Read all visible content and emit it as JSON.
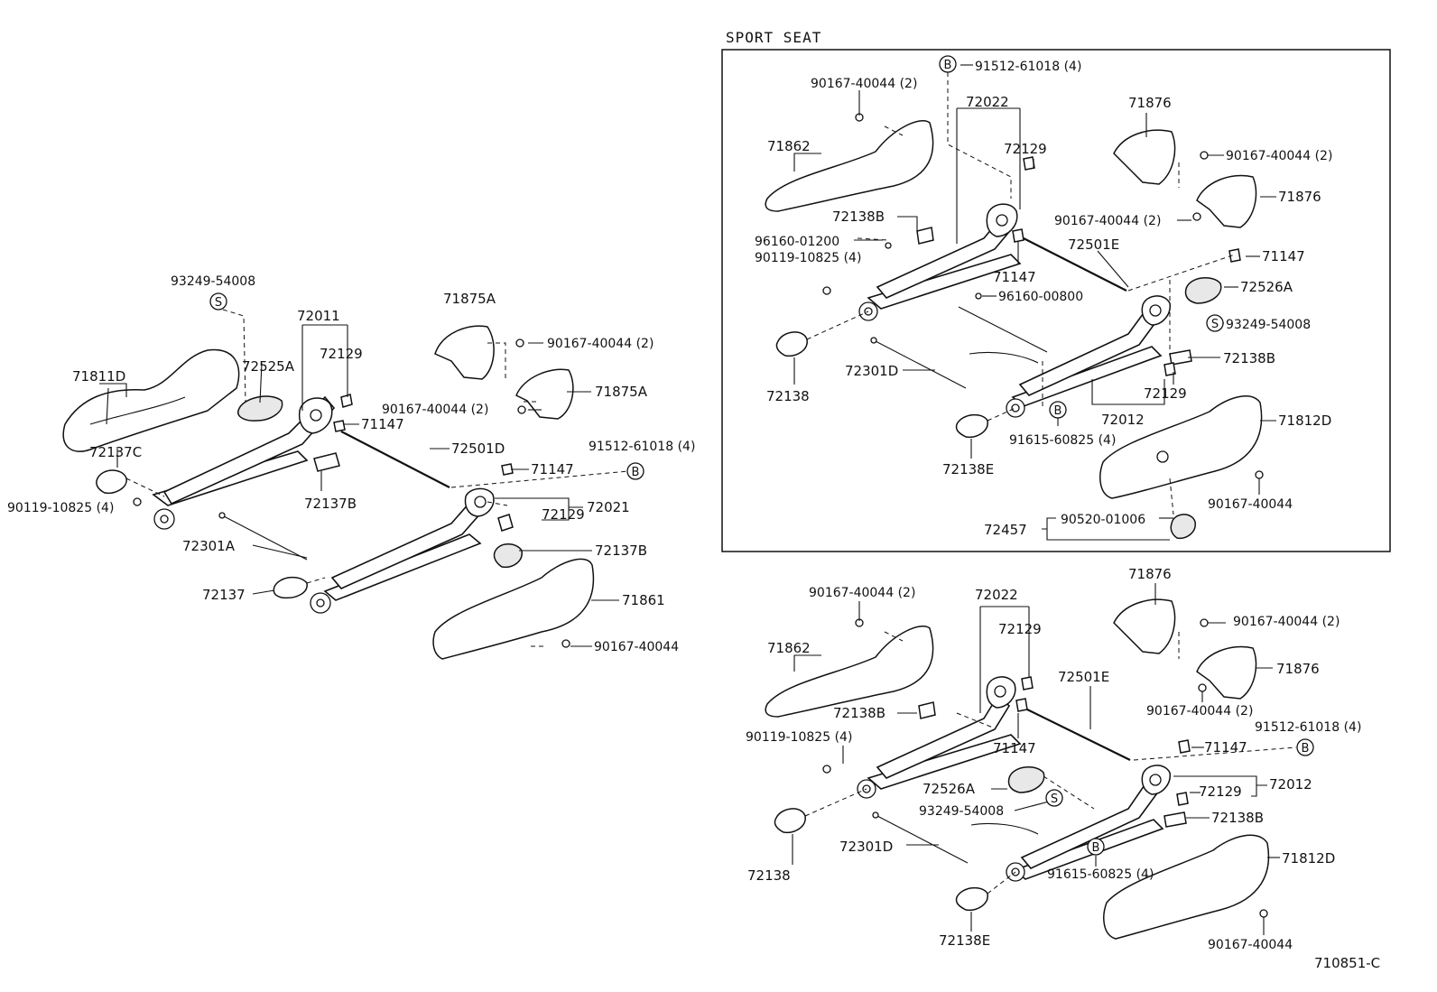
{
  "sport_seat_title": "SPORT SEAT",
  "diagram_id": "710851-C",
  "labels": {
    "l_93249_54008": "93249-54008",
    "l_72011": "72011",
    "l_72129_a": "72129",
    "l_71875A_a": "71875A",
    "l_90167_40044_2_a": "90167-40044 (2)",
    "l_71811D": "71811D",
    "l_72525A": "72525A",
    "l_90167_40044_2_b": "90167-40044 (2)",
    "l_71875A_b": "71875A",
    "l_71147_a": "71147",
    "l_72137C": "72137C",
    "l_72501D": "72501D",
    "l_91512_61018_4_a": "91512-61018 (4)",
    "l_71147_b": "71147",
    "l_90119_10825_4_a": "90119-10825 (4)",
    "l_72137B_a": "72137B",
    "l_72129_b": "72129",
    "l_72021": "72021",
    "l_72301A": "72301A",
    "l_72137B_b": "72137B",
    "l_72137": "72137",
    "l_71861": "71861",
    "l_90167_40044_a": "90167-40044",
    "s_91512_61018_4": "91512-61018 (4)",
    "s_90167_40044_2_a": "90167-40044 (2)",
    "s_72022": "72022",
    "s_71876_a": "71876",
    "s_71862": "71862",
    "s_72129_a": "72129",
    "s_90167_40044_2_b": "90167-40044 (2)",
    "s_71876_b": "71876",
    "s_72138B_a": "72138B",
    "s_90167_40044_2_c": "90167-40044 (2)",
    "s_96160_01200": "96160-01200",
    "s_72501E": "72501E",
    "s_90119_10825_4": "90119-10825 (4)",
    "s_71147_a": "71147",
    "s_71147_b": "71147",
    "s_96160_00800": "96160-00800",
    "s_72526A": "72526A",
    "s_93249_54008": "93249-54008",
    "s_72138B_b": "72138B",
    "s_72301D": "72301D",
    "s_72138": "72138",
    "s_72129_b": "72129",
    "s_72012": "72012",
    "s_91615_60825_4": "91615-60825 (4)",
    "s_71812D": "71812D",
    "s_72138E": "72138E",
    "s_90167_40044": "90167-40044",
    "s_72457": "72457",
    "s_90520_01006": "90520-01006",
    "b_90167_40044_2_a": "90167-40044 (2)",
    "b_72022": "72022",
    "b_71876_a": "71876",
    "b_71862": "71862",
    "b_72129_a": "72129",
    "b_90167_40044_2_b": "90167-40044 (2)",
    "b_71876_b": "71876",
    "b_72501E": "72501E",
    "b_72138B_a": "72138B",
    "b_90167_40044_2_c": "90167-40044 (2)",
    "b_90119_10825_4": "90119-10825 (4)",
    "b_91512_61018_4": "91512-61018 (4)",
    "b_71147_a": "71147",
    "b_71147_b": "71147",
    "b_72012": "72012",
    "b_72526A": "72526A",
    "b_72129_b": "72129",
    "b_93249_54008": "93249-54008",
    "b_72138B_b": "72138B",
    "b_72301D": "72301D",
    "b_72138": "72138",
    "b_91615_60825_4": "91615-60825 (4)",
    "b_71812D": "71812D",
    "b_72138E": "72138E",
    "b_90167_40044": "90167-40044"
  },
  "callout_letters": {
    "s": "S",
    "b": "B"
  }
}
